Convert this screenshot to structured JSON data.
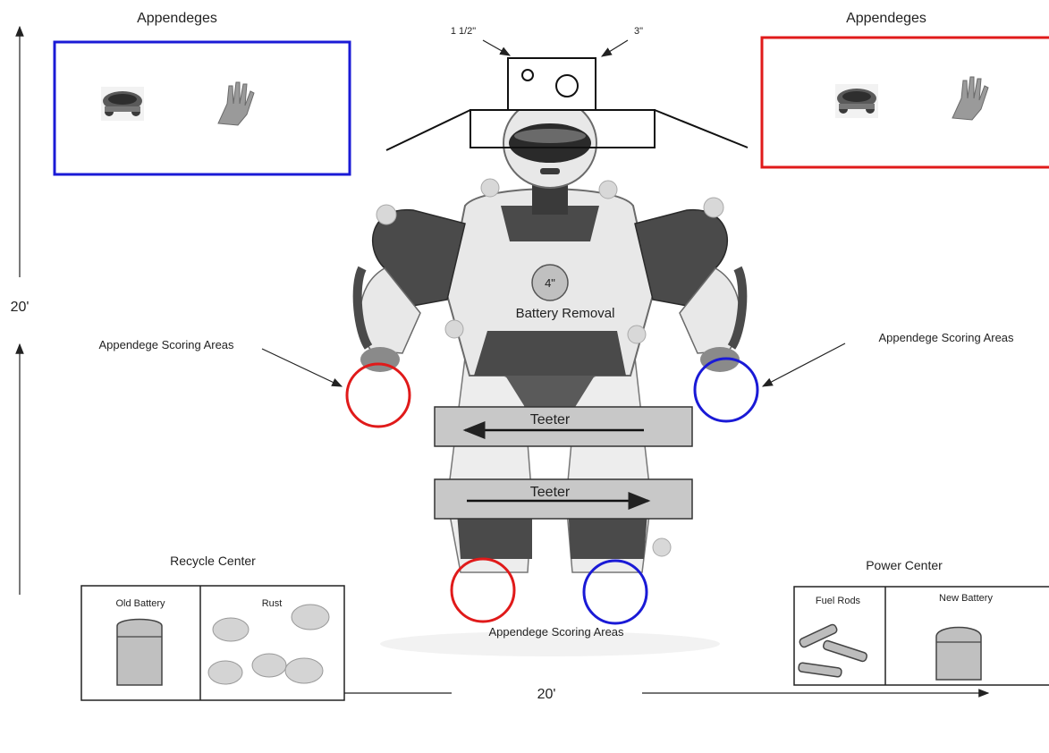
{
  "appendages_left": {
    "title": "Appendeges",
    "box_color": "#1a1ad6",
    "items": [
      "wheeled-base-icon",
      "robot-hand-icon"
    ]
  },
  "appendages_right": {
    "title": "Appendeges",
    "box_color": "#e01a1a",
    "items": [
      "wheeled-base-icon",
      "robot-hand-icon"
    ]
  },
  "head_dims": {
    "small_hole": "1 1/2\"",
    "large_hole": "3\""
  },
  "battery": {
    "size": "4\"",
    "label": "Battery Removal"
  },
  "scoring_left_label": "Appendege Scoring Areas",
  "scoring_right_label": "Appendege Scoring Areas",
  "scoring_bottom_label": "Appendege Scoring Areas",
  "teeter_top": {
    "label": "Teeter",
    "direction": "left"
  },
  "teeter_bottom": {
    "label": "Teeter",
    "direction": "right"
  },
  "vertical_dimension": "20'",
  "horizontal_dimension": "20'",
  "recycle_center": {
    "title": "Recycle Center",
    "left_header": "Old Battery",
    "right_header": "Rust"
  },
  "power_center": {
    "title": "Power Center",
    "left_header": "Fuel Rods",
    "right_header": "New Battery"
  },
  "colors": {
    "red": "#e01a1a",
    "blue": "#1a1ad6",
    "teeter_fill": "#c8c8c8",
    "battery_fill": "#c0c0c0",
    "robot_dark": "#4a4a4a",
    "robot_light": "#e8e8e8"
  }
}
